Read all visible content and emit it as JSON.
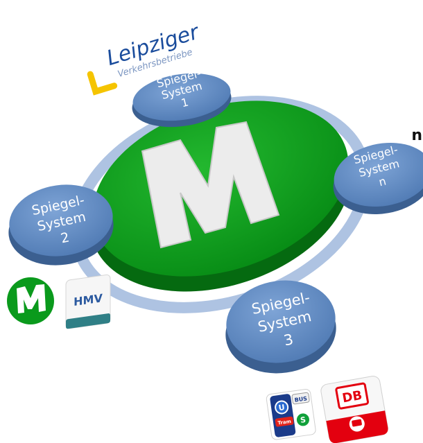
{
  "logo": {
    "name": "Leipziger",
    "subtitle": "Verkehrsbetriebe"
  },
  "stray_text": "n",
  "center": {
    "letter": "M",
    "color": "#0a9a1c"
  },
  "nodes": [
    {
      "id": "node-1",
      "line1": "Spiegel-",
      "line2": "System",
      "line3": "1"
    },
    {
      "id": "node-n",
      "line1": "Spiegel-",
      "line2": "System",
      "line3": "n"
    },
    {
      "id": "node-2",
      "line1": "Spiegel-",
      "line2": "System",
      "line3": "2"
    },
    {
      "id": "node-3",
      "line1": "Spiegel-",
      "line2": "System",
      "line3": "3"
    }
  ],
  "badges": {
    "hmv": "HMV",
    "db": "DB",
    "local": {
      "u": "U",
      "bus": "BUS",
      "tram": "Tram",
      "s": "S"
    }
  },
  "colors": {
    "node_blue": "#5b86c0",
    "ring": "#aec3e2",
    "logo_yellow": "#f5c400",
    "logo_blue": "#1a4c9c",
    "db_red": "#e3000f"
  }
}
